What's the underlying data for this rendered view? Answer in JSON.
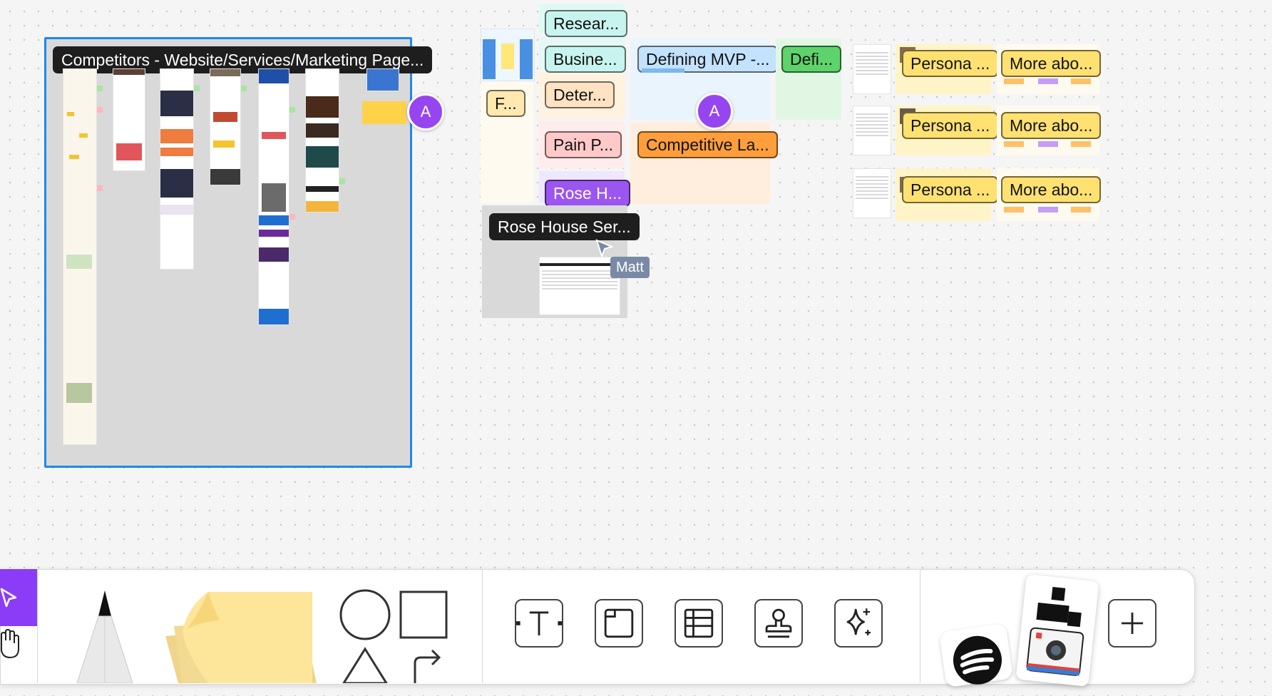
{
  "frames": {
    "competitors": "Competitors - Website/Services/Marketing Page...",
    "research": "Resear...",
    "business": "Busine...",
    "defining_mvp": "Defining MVP -...",
    "defi": "Defi...",
    "f": "F...",
    "determine": "Deter...",
    "pain_points": "Pain P...",
    "competitive": "Competitive La...",
    "rose_house": "Rose H...",
    "rose_house_service": "Rose House Ser...",
    "persona_1": "Persona ...",
    "more_about_1": "More abo...",
    "persona_2": "Persona ...",
    "more_about_2": "More abo...",
    "persona_3": "Persona ...",
    "more_about_3": "More abo..."
  },
  "collaborators": {
    "avatar_1": "A",
    "avatar_2": "A",
    "cursor_name": "Matt"
  },
  "colors": {
    "selection": "#1e88f0",
    "avatar": "#9646f0",
    "select_tool_active": "#8b3cf6",
    "sticky": "#ffdf88"
  },
  "toolbar": {
    "tools": [
      "select-tool",
      "hand-tool",
      "marker-tool",
      "sticky-note-tool",
      "shapes-tool",
      "text-tool",
      "section-tool",
      "table-tool",
      "stamp-tool",
      "ai-tool",
      "apps-widget",
      "plugin-widget",
      "more-tools-button"
    ]
  }
}
